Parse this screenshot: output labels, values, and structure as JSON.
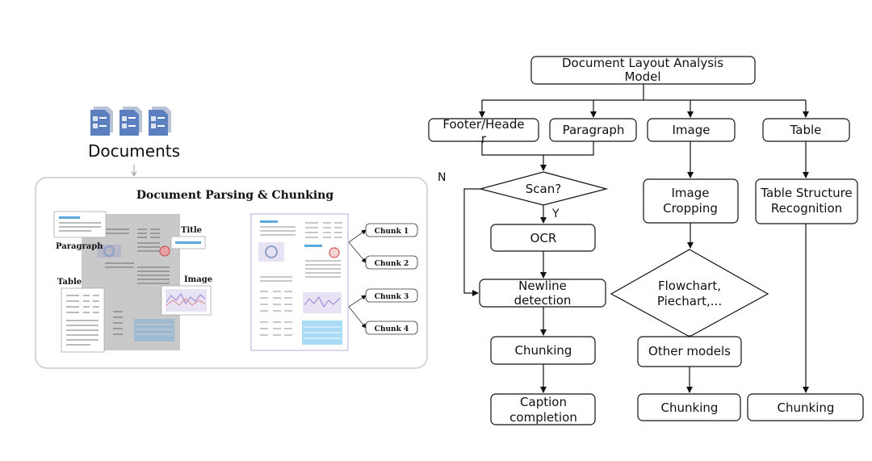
{
  "left_panel": {
    "documents_label": "Documents",
    "panel_title": "Document Parsing & Chunking",
    "labels": {
      "paragraph": "Paragraph",
      "title": "Title",
      "table": "Table",
      "image": "Image"
    },
    "chunks": [
      "Chunk 1",
      "Chunk 2",
      "Chunk 3",
      "Chunk 4"
    ]
  },
  "flowchart": {
    "root": [
      "Document Layout Analysis",
      "Model"
    ],
    "branches": {
      "footer": [
        "Footer/Heade",
        "r"
      ],
      "paragraph": "Paragraph",
      "image": "Image",
      "table": "Table"
    },
    "scan": "Scan?",
    "no_label": "N",
    "yes_label": "Y",
    "ocr": "OCR",
    "newline": [
      "Newline",
      "detection"
    ],
    "chunking_text": "Chunking",
    "caption": [
      "Caption",
      "completion"
    ],
    "image_cropping": [
      "Image",
      "Cropping"
    ],
    "flowchart_q": [
      "Flowchart,",
      "Piechart,..."
    ],
    "other_models": "Other models",
    "chunking_image": "Chunking",
    "table_structure": [
      "Table Structure",
      "Recognition"
    ],
    "chunking_table": "Chunking"
  },
  "colors": {
    "doc_icon": "#4a78c8",
    "panel_border": "#bbbbbb",
    "highlight_blue": "#9fcbe8",
    "accent_red": "#d9534f"
  }
}
